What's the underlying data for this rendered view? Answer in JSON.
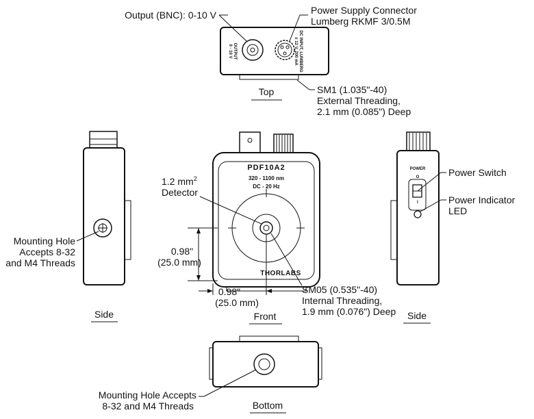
{
  "labels": {
    "output_bnc": "Output (BNC): 0-10 V",
    "power_connector_line1": "Power Supply Connector",
    "power_connector_line2": "Lumberg RKMF 3/0.5M",
    "sm1_line1": "SM1 (1.035\"-40)",
    "sm1_line2": "External Threading,",
    "sm1_line3": "2.1 mm (0.085\") Deep",
    "detector_line1": "1.2 mm",
    "detector_sup": "2",
    "detector_line2": "Detector",
    "mount_side_line1": "Mounting Hole",
    "mount_side_line2": "Accepts 8-32",
    "mount_side_line3": "and M4 Threads",
    "dim_v_line1": "0.98\"",
    "dim_v_line2": "(25.0 mm)",
    "dim_h_line1": "0.98\"",
    "dim_h_line2": "(25.0 mm)",
    "sm05_line1": "SM05 (0.535\"-40)",
    "sm05_line2": "Internal Threading,",
    "sm05_line3": "1.9 mm (0.076\") Deep",
    "power_switch": "Power Switch",
    "power_indicator_line1": "Power Indicator",
    "power_indicator_line2": "LED",
    "mount_bottom_line1": "Mounting Hole Accepts",
    "mount_bottom_line2": "8-32 and M4 Threads"
  },
  "view_titles": {
    "top": "Top",
    "side_left": "Side",
    "front": "Front",
    "side_right": "Side",
    "bottom": "Bottom"
  },
  "device_text": {
    "model": "PDF10A2",
    "wavelength": "320 - 1100  nm",
    "bandwidth": "DC - 20 Hz",
    "brand": "THORLABS",
    "power": "POWER",
    "switch_on": "O",
    "switch_off": "I",
    "top_output_1": "OUTPUT",
    "top_output_2": "0 - 10 V",
    "top_power_1": "DC INPUT, LUMBERG",
    "top_power_2": "± 12 V, 200 mA"
  }
}
